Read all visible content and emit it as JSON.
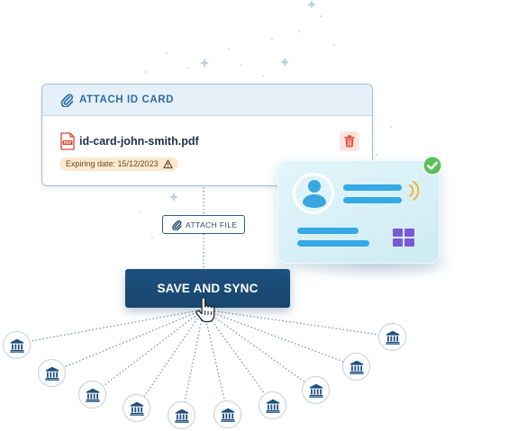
{
  "attach_card": {
    "title": "ATTACH ID CARD",
    "title_icon": "paperclip-icon",
    "file": {
      "icon": "pdf-file-icon",
      "name": "id-card-john-smith.pdf",
      "expiry": "Expiring date: 15/12/2023",
      "expiry_icon": "warning-triangle-icon",
      "delete_icon": "trash-icon"
    }
  },
  "attach_button": {
    "label": "ATTACH FILE",
    "icon": "paperclip-icon"
  },
  "save_button": {
    "label": "SAVE AND SYNC"
  },
  "id_card": {
    "icon": "id-card-icon",
    "verified_icon": "check-circle-icon",
    "contactless_icon": "contactless-icon"
  },
  "banks": {
    "icon": "bank-icon",
    "count": 10
  },
  "colors": {
    "primary": "#1f4f7d",
    "accent_blue": "#2f6ea8",
    "header_bg": "#e6f0f9",
    "badge_bg": "#fde9cf",
    "delete_red": "#e24a36",
    "check_green": "#5cc05a",
    "chip_purple": "#7b58d6"
  }
}
